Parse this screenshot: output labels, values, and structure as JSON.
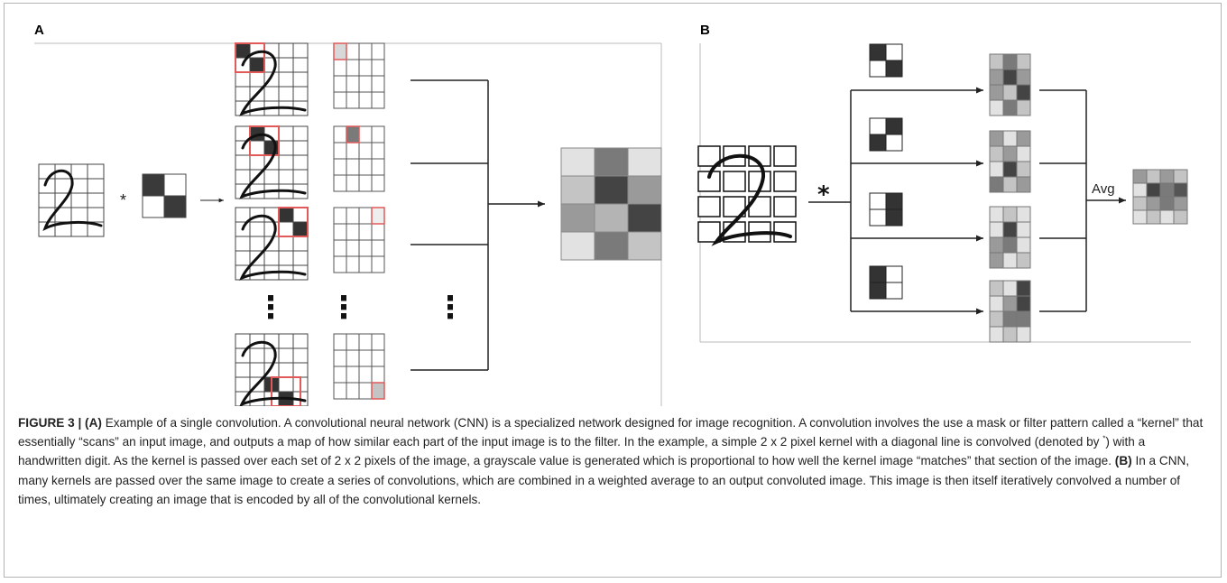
{
  "figure": {
    "panel_a_label": "A",
    "panel_b_label": "B",
    "convolution_operator": "*",
    "ellipsis_glyph": "⋮",
    "average_label": "Avg",
    "highlight_color": "#e05a5a",
    "gray_levels": {
      "white": "#ffffff",
      "light": "#e2e2e2",
      "lightmid": "#c4c4c4",
      "mid": "#9a9a9a",
      "darkmid": "#7a7a7a",
      "dark": "#444444"
    }
  },
  "caption": {
    "label": "FIGURE 3 | (A)",
    "part1": " Example of a single convolution. A convolutional neural network (CNN) is a specialized network designed for image recognition. A convolution involves the use a mask or filter pattern called a “kernel” that essentially “scans” an input image, and outputs a map of how similar each part of the input image is to the filter. In the example, a simple 2 x 2 pixel kernel with a diagonal line is convolved (denoted by ",
    "footnote_mark": "*",
    "part2": ") with a handwritten digit. As the kernel is passed over each set of 2 x 2 pixels of the image, a grayscale value is generated which is proportional to how well the kernel image “matches” that section of the image. ",
    "label_b": "(B)",
    "part3": " In a CNN, many kernels are passed over the same image to create a series of convolutions, which are combined in a weighted average to an output convoluted image. This image is then itself iteratively convolved a number of times, ultimately creating an image that is encoded by all of the convolutional kernels."
  }
}
